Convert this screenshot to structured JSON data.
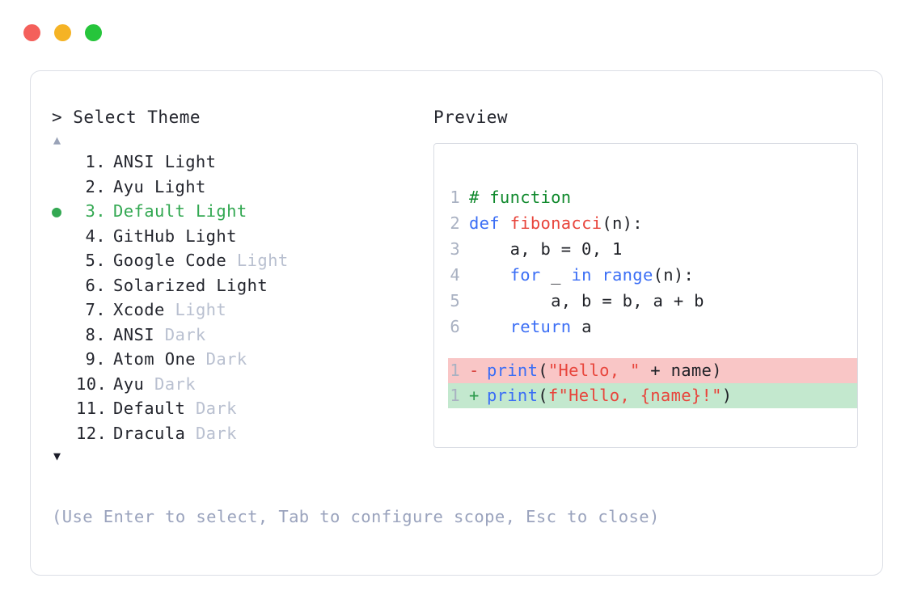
{
  "window": {
    "dots": [
      {
        "name": "close",
        "color": "#f4605b"
      },
      {
        "name": "minimize",
        "color": "#f5b325"
      },
      {
        "name": "maximize",
        "color": "#26c53b"
      }
    ]
  },
  "left_pane": {
    "prompt": "> Select Theme",
    "scroll_up_icon": "▲",
    "scroll_down_icon": "▼",
    "selected_index": 3,
    "selected_bullet": "●",
    "selected_color": "#33a852",
    "dim_color": "#b9c0d0",
    "items": [
      {
        "index": "1.",
        "name": "ANSI",
        "variant": " Light",
        "variant_dim": false,
        "selected": false
      },
      {
        "index": "2.",
        "name": "Ayu",
        "variant": " Light",
        "variant_dim": false,
        "selected": false
      },
      {
        "index": "3.",
        "name": "Default",
        "variant": " Light",
        "variant_dim": false,
        "selected": true
      },
      {
        "index": "4.",
        "name": "GitHub",
        "variant": " Light",
        "variant_dim": false,
        "selected": false
      },
      {
        "index": "5.",
        "name": "Google Code",
        "variant": " Light",
        "variant_dim": true,
        "selected": false
      },
      {
        "index": "6.",
        "name": "Solarized",
        "variant": " Light",
        "variant_dim": false,
        "selected": false
      },
      {
        "index": "7.",
        "name": "Xcode",
        "variant": " Light",
        "variant_dim": true,
        "selected": false
      },
      {
        "index": "8.",
        "name": "ANSI",
        "variant": " Dark",
        "variant_dim": true,
        "selected": false
      },
      {
        "index": "9.",
        "name": "Atom One",
        "variant": " Dark",
        "variant_dim": true,
        "selected": false
      },
      {
        "index": "10.",
        "name": "Ayu",
        "variant": " Dark",
        "variant_dim": true,
        "selected": false
      },
      {
        "index": "11.",
        "name": "Default",
        "variant": " Dark",
        "variant_dim": true,
        "selected": false
      },
      {
        "index": "12.",
        "name": "Dracula",
        "variant": " Dark",
        "variant_dim": true,
        "selected": false
      }
    ]
  },
  "right_pane": {
    "title": "Preview",
    "code_lines": [
      {
        "no": "1",
        "tokens": [
          {
            "t": "# function",
            "c": "comment"
          }
        ]
      },
      {
        "no": "2",
        "tokens": [
          {
            "t": "def ",
            "c": "keyword"
          },
          {
            "t": "fibonacci",
            "c": "func"
          },
          {
            "t": "(n):",
            "c": "plain"
          }
        ]
      },
      {
        "no": "3",
        "tokens": [
          {
            "t": "    a, b = 0, 1",
            "c": "plain"
          }
        ]
      },
      {
        "no": "4",
        "tokens": [
          {
            "t": "    ",
            "c": "plain"
          },
          {
            "t": "for",
            "c": "keyword"
          },
          {
            "t": " _ ",
            "c": "plain"
          },
          {
            "t": "in range",
            "c": "keyword"
          },
          {
            "t": "(n):",
            "c": "plain"
          }
        ]
      },
      {
        "no": "5",
        "tokens": [
          {
            "t": "        a, b = b, a + b",
            "c": "plain"
          }
        ]
      },
      {
        "no": "6",
        "tokens": [
          {
            "t": "    ",
            "c": "plain"
          },
          {
            "t": "return",
            "c": "keyword"
          },
          {
            "t": " a",
            "c": "plain"
          }
        ]
      }
    ],
    "diff_lines": [
      {
        "no": "1",
        "marker": "-",
        "kind": "del",
        "bg": "#f9c6c6",
        "tokens": [
          {
            "t": "print",
            "c": "keyword"
          },
          {
            "t": "(",
            "c": "plain"
          },
          {
            "t": "\"Hello, \"",
            "c": "string"
          },
          {
            "t": " + name)",
            "c": "plain"
          }
        ]
      },
      {
        "no": "1",
        "marker": "+",
        "kind": "add",
        "bg": "#c3e8ce",
        "tokens": [
          {
            "t": "print",
            "c": "keyword"
          },
          {
            "t": "(",
            "c": "plain"
          },
          {
            "t": "f\"Hello, {name}!\"",
            "c": "string"
          },
          {
            "t": ")",
            "c": "plain"
          }
        ]
      }
    ]
  },
  "footer": {
    "hint": "(Use Enter to select, Tab to configure scope, Esc to close)"
  }
}
